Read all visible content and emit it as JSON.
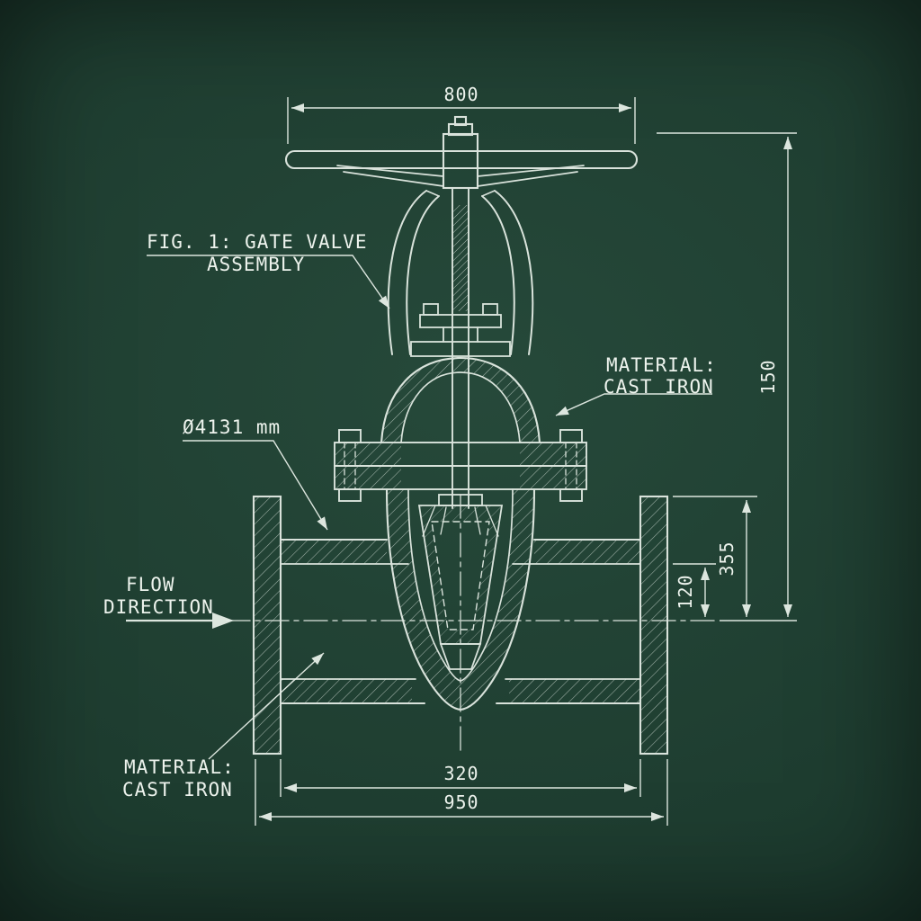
{
  "meta": {
    "kind": "engineering blueprint drawing",
    "subject": "gate valve assembly cross-section on chalkboard"
  },
  "colors": {
    "background": "#1e3d30",
    "chalk_line": "#e7efe8",
    "chalk_text": "#edf3ed"
  },
  "title": {
    "line1": "FIG. 1:  GATE VALVE",
    "line2": "ASSEMBLY"
  },
  "labels": {
    "material_top_1": "MATERIAL:",
    "material_top_2": "CAST IRON",
    "material_bottom_1": "MATERIAL:",
    "material_bottom_2": "CAST IRON",
    "diameter": "Ø4131 mm",
    "flow_1": "FLOW",
    "flow_2": "DIRECTION"
  },
  "dimensions": {
    "handwheel_width": "800",
    "right_overall": "150",
    "flange_to_centerline": "355",
    "bore_to_centerline": "120",
    "inner_face_to_face": "320",
    "overall_length": "950"
  }
}
